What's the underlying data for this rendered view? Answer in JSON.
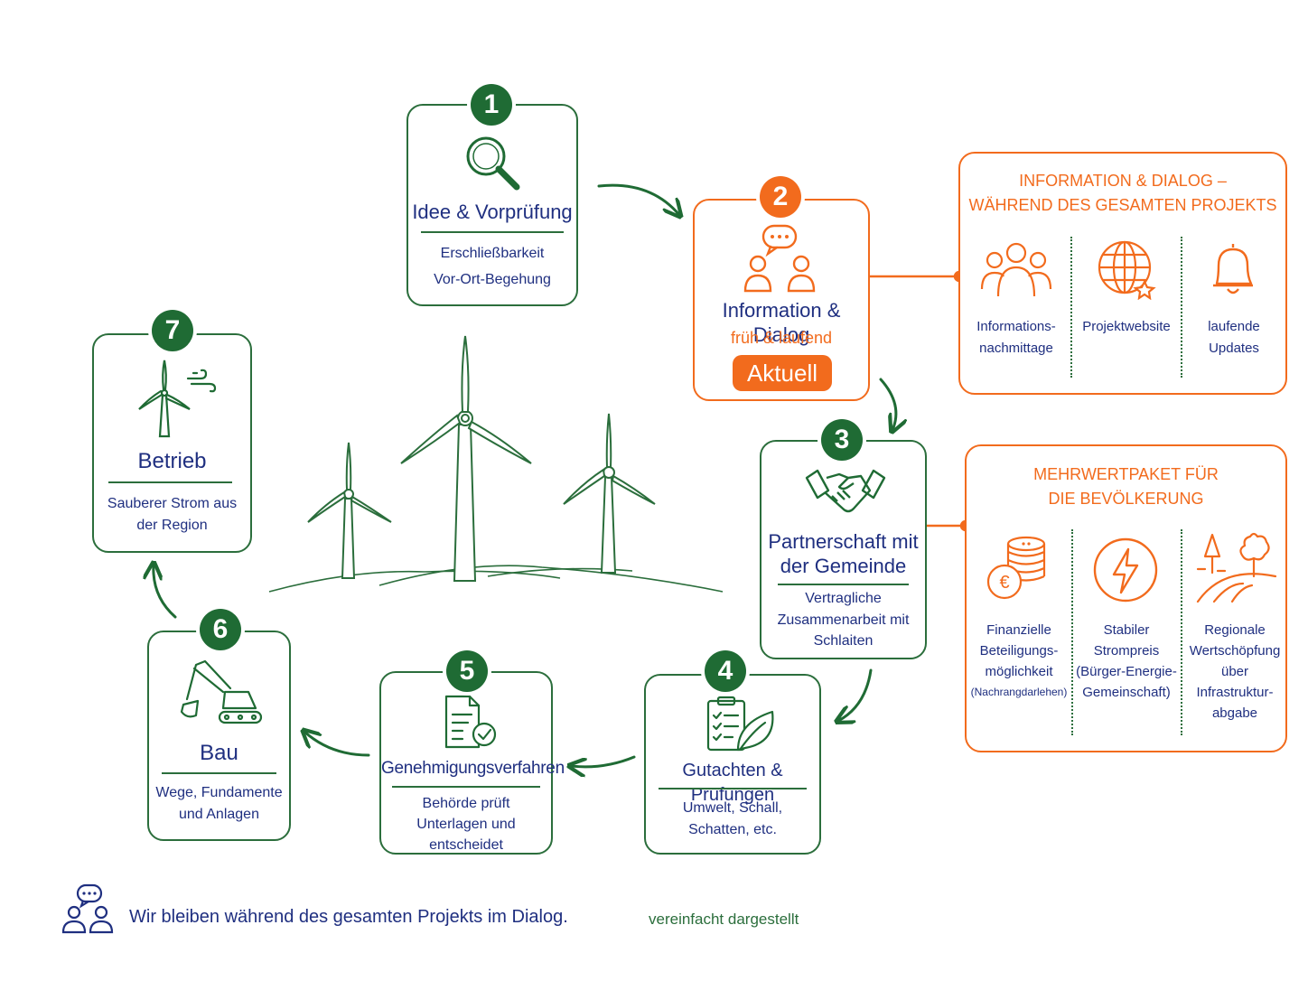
{
  "steps": {
    "s1": {
      "number": "1",
      "title": "Idee & Vorprüfung",
      "lines": [
        "Erschließbarkeit",
        "Vor-Ort-Begehung"
      ]
    },
    "s2": {
      "number": "2",
      "title": "Information & Dialog",
      "subtitle": "früh & laufend",
      "badge": "Aktuell"
    },
    "s3": {
      "number": "3",
      "title_lines": [
        "Partnerschaft mit",
        "der Gemeinde"
      ],
      "lines": [
        "Vertragliche",
        "Zusammenarbeit mit",
        "Schlaiten"
      ]
    },
    "s4": {
      "number": "4",
      "title": "Gutachten & Prüfungen",
      "lines": [
        "Umwelt, Schall,",
        "Schatten, etc."
      ]
    },
    "s5": {
      "number": "5",
      "title": "Genehmigungsverfahren",
      "lines": [
        "Behörde prüft",
        "Unterlagen und",
        "entscheidet"
      ]
    },
    "s6": {
      "number": "6",
      "title": "Bau",
      "lines": [
        "Wege, Fundamente",
        "und Anlagen"
      ]
    },
    "s7": {
      "number": "7",
      "title": "Betrieb",
      "lines": [
        "Sauberer Strom aus",
        "der Region"
      ]
    }
  },
  "info_panel": {
    "title_lines": [
      "INFORMATION & DIALOG –",
      "WÄHREND DES GESAMTEN PROJEKTS"
    ],
    "items": [
      {
        "icon": "people-group-icon",
        "lines": [
          "Informations-",
          "nachmittage"
        ]
      },
      {
        "icon": "globe-icon",
        "lines": [
          "Projektwebsite"
        ]
      },
      {
        "icon": "bell-icon",
        "lines": [
          "laufende",
          "Updates"
        ]
      }
    ]
  },
  "value_panel": {
    "title_lines": [
      "MEHRWERTPAKET FÜR",
      "DIE BEVÖLKERUNG"
    ],
    "items": [
      {
        "icon": "euro-coins-icon",
        "lines": [
          "Finanzielle",
          "Beteiligungs-",
          "möglichkeit"
        ],
        "note": "(Nachrangdarlehen)"
      },
      {
        "icon": "lightning-icon",
        "lines": [
          "Stabiler",
          "Strompreis",
          "(Bürger-Energie-",
          "Gemeinschaft)"
        ]
      },
      {
        "icon": "landscape-trees-icon",
        "lines": [
          "Regionale",
          "Wertschöpfung",
          "über",
          "Infrastruktur-",
          "abgabe"
        ]
      }
    ]
  },
  "footer": {
    "dialog_text": "Wir bleiben während des gesamten Projekts im Dialog.",
    "note": "vereinfacht dargestellt"
  },
  "colors": {
    "green": "#1f6b34",
    "orange": "#f26b1d",
    "navy": "#1f2f80"
  }
}
